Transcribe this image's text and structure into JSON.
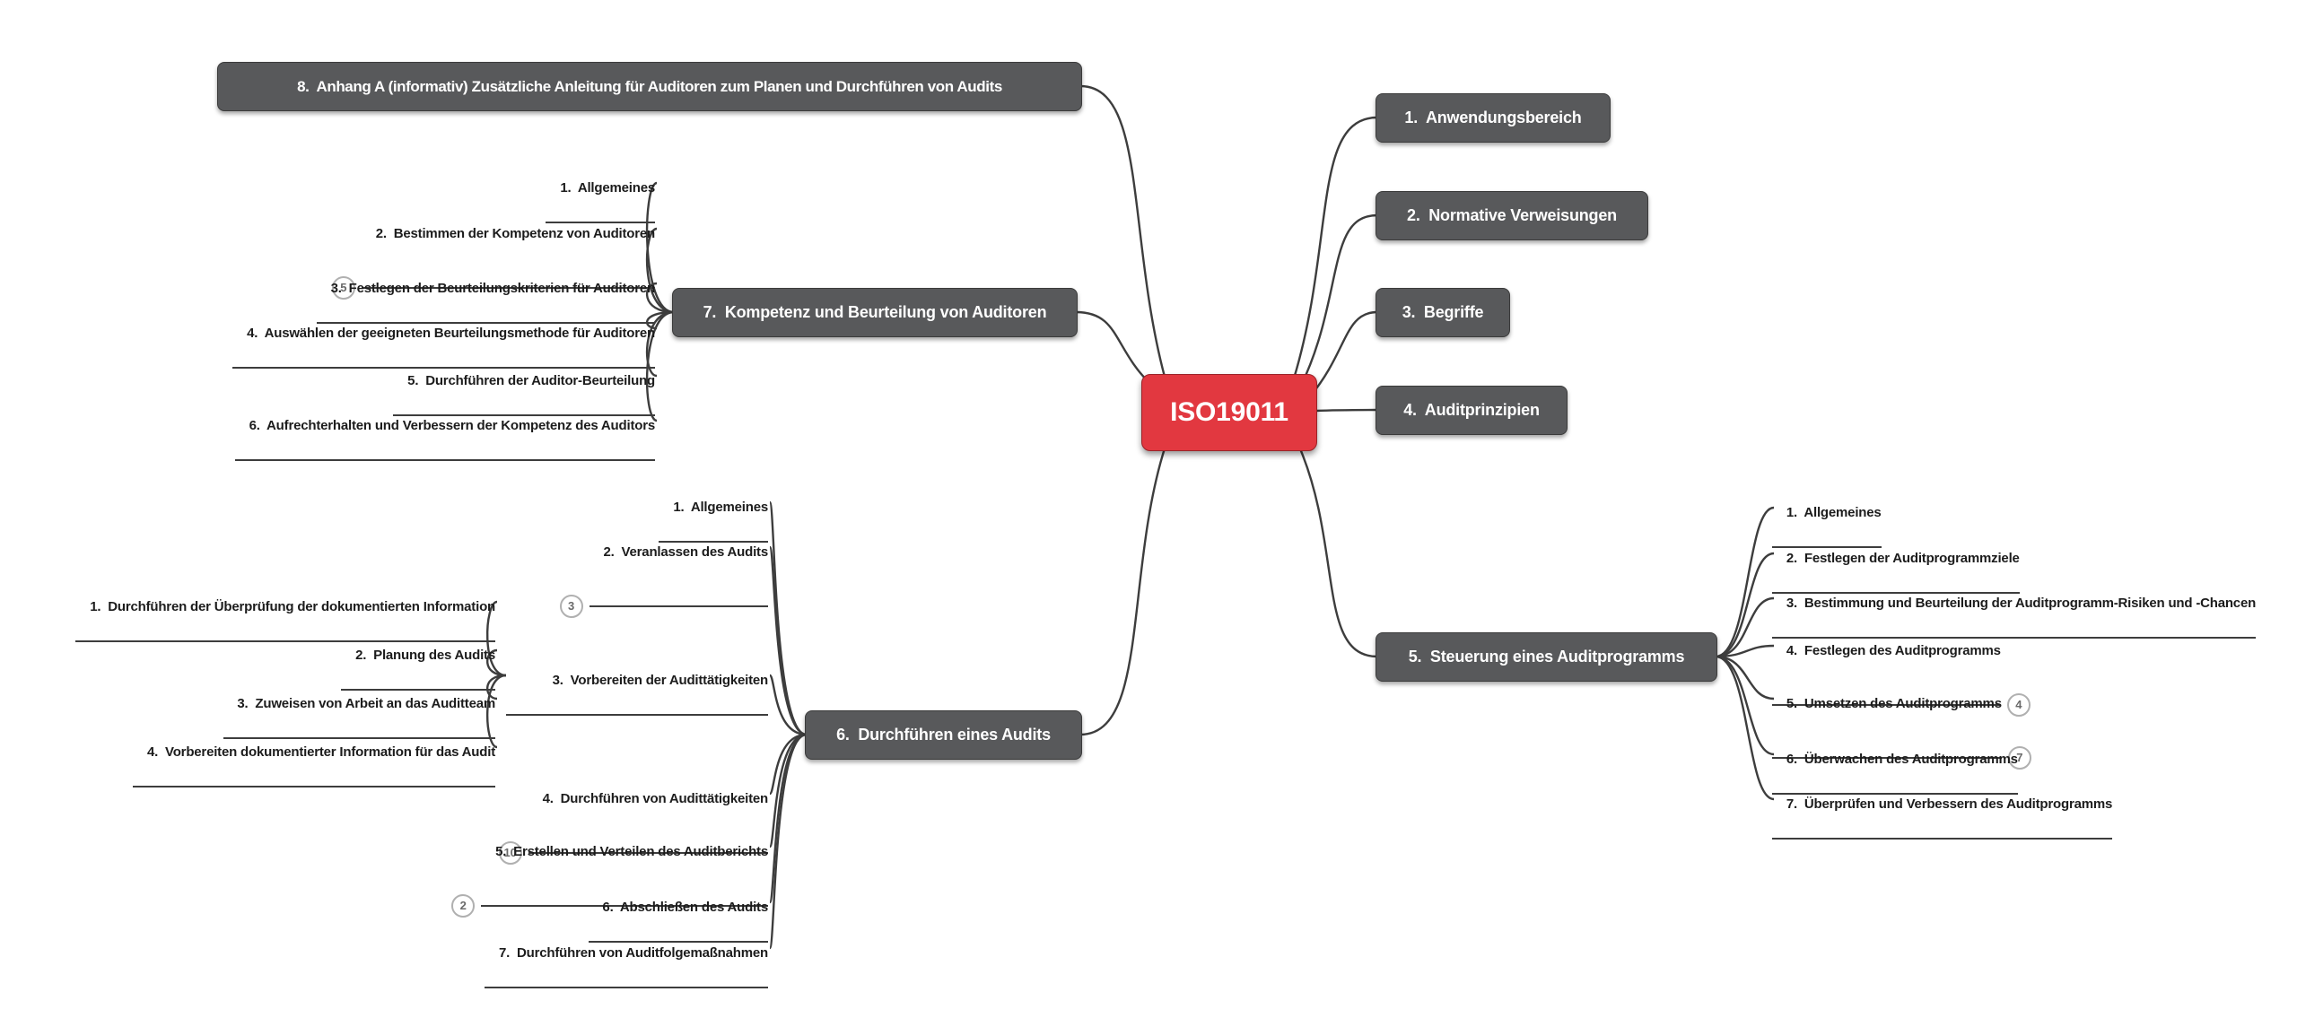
{
  "root": {
    "label": "ISO19011"
  },
  "right": [
    {
      "label": "1.  Anwendungsbereich"
    },
    {
      "label": "2.  Normative Verweisungen"
    },
    {
      "label": "3.  Begriffe"
    },
    {
      "label": "4.  Auditprinzipien"
    },
    {
      "label": "5.  Steuerung eines Auditprogramms",
      "children": [
        {
          "label": "1.  Allgemeines"
        },
        {
          "label": "2.  Festlegen der Auditprogrammziele"
        },
        {
          "label": "3.  Bestimmung und Beurteilung der Auditprogramm-Risiken und -Chancen"
        },
        {
          "label": "4.  Festlegen des Auditprogramms",
          "badge": "4"
        },
        {
          "label": "5.  Umsetzen des Auditprogramms",
          "badge": "7"
        },
        {
          "label": "6.  Überwachen des Auditprogramms"
        },
        {
          "label": "7.  Überprüfen und Verbessern des Auditprogramms"
        }
      ]
    }
  ],
  "left": [
    {
      "label": "8.  Anhang A (informativ) Zusätzliche Anleitung für Auditoren zum Planen und Durchführen von Audits"
    },
    {
      "label": "7.  Kompetenz und Beurteilung von Auditoren",
      "children": [
        {
          "label": "1.  Allgemeines"
        },
        {
          "label": "2.  Bestimmen der Kompetenz von Auditoren",
          "badge": "5"
        },
        {
          "label": "3.  Festlegen der Beurteilungskriterien für Auditoren"
        },
        {
          "label": "4.  Auswählen der geeigneten Beurteilungsmethode für Auditoren"
        },
        {
          "label": "5.  Durchführen der Auditor-Beurteilung"
        },
        {
          "label": "6.  Aufrechterhalten und Verbessern der Kompetenz des Auditors"
        }
      ]
    },
    {
      "label": "6.  Durchführen eines Audits",
      "children": [
        {
          "label": "1.  Allgemeines"
        },
        {
          "label": "2.  Veranlassen des Audits",
          "badge": "3"
        },
        {
          "label": "3.  Vorbereiten der Audittätigkeiten",
          "children": [
            {
              "label": "1.  Durchführen der Überprüfung der dokumentierten Information"
            },
            {
              "label": "2.  Planung des Audits"
            },
            {
              "label": "3.  Zuweisen von Arbeit an das Auditteam"
            },
            {
              "label": "4.  Vorbereiten dokumentierter Information für das Audit"
            }
          ]
        },
        {
          "label": "4.  Durchführen von Audittätigkeiten",
          "badge": "10"
        },
        {
          "label": "5.  Erstellen und Verteilen des Auditberichts",
          "badge": "2"
        },
        {
          "label": "6.  Abschließen des Audits"
        },
        {
          "label": "7.  Durchführen von Auditfolgemaßnahmen"
        }
      ]
    }
  ],
  "colors": {
    "central": "#e23840",
    "topic": "#58595b",
    "line": "#3d3d3d",
    "text_on_topic": "#ffffff"
  }
}
